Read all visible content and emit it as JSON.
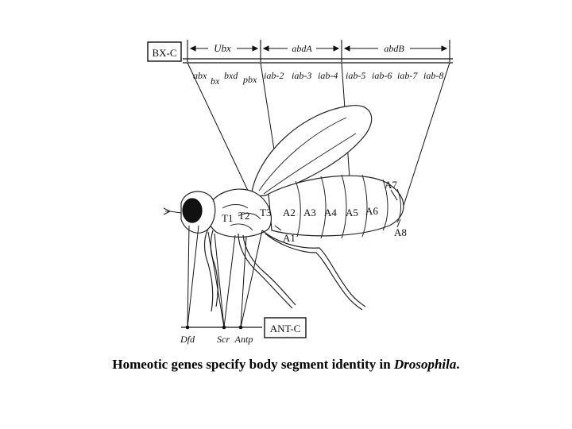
{
  "complexes": {
    "bxc": "BX-C",
    "antc": "ANT-C"
  },
  "bxc_genes": {
    "ubx": "Ubx",
    "abda": "abdA",
    "abdb": "abdB"
  },
  "bxc_regions": [
    "abx",
    "bx",
    "bxd",
    "pbx",
    "iab-2",
    "iab-3",
    "iab-4",
    "iab-5",
    "iab-6",
    "iab-7",
    "iab-8"
  ],
  "segments": {
    "thoracic": [
      "T1",
      "T2",
      "T3"
    ],
    "abdominal": [
      "A1",
      "A2",
      "A3",
      "A4",
      "A5",
      "A6",
      "A7",
      "A8"
    ]
  },
  "antc_genes": [
    "Dfd",
    "Scr",
    "Antp"
  ],
  "caption": {
    "text": "Homeotic genes specify body segment identity in ",
    "species": "Drosophila",
    "end": "."
  }
}
